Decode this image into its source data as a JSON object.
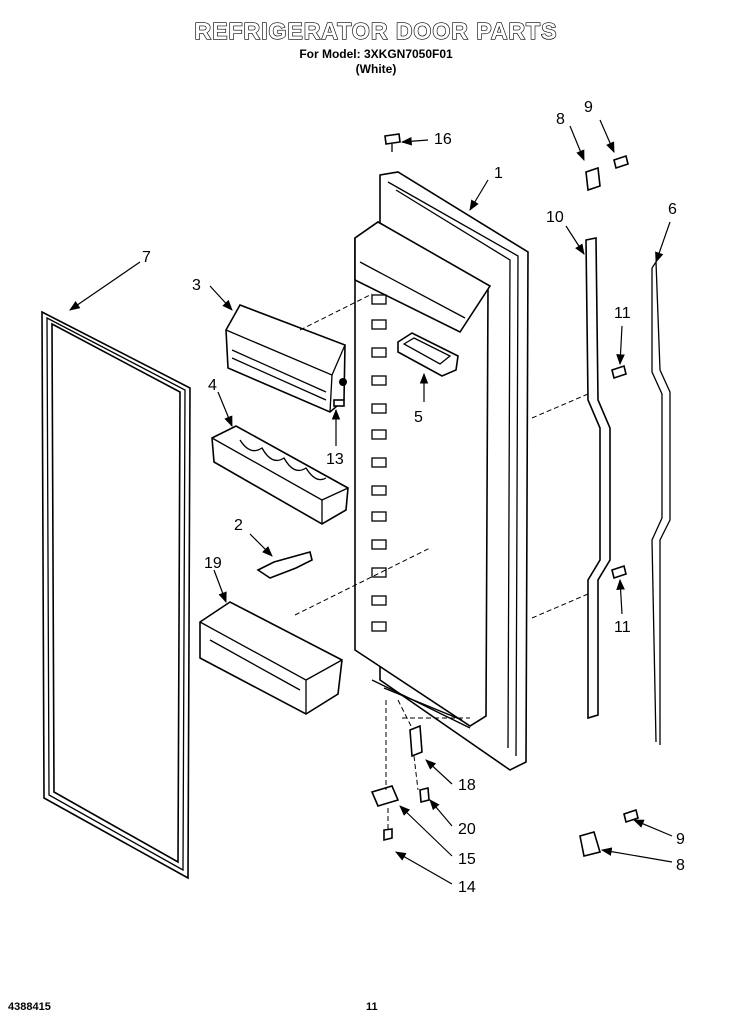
{
  "header": {
    "title": "REFRIGERATOR DOOR PARTS",
    "model_line": "For Model: 3XKGN7050F01",
    "color_line": "(White)"
  },
  "footer": {
    "part_number": "4388415",
    "page_number": "11"
  },
  "callouts": {
    "c1": "1",
    "c2": "2",
    "c3": "3",
    "c4": "4",
    "c5": "5",
    "c6": "6",
    "c7": "7",
    "c8a": "8",
    "c8b": "8",
    "c9a": "9",
    "c9b": "9",
    "c10": "10",
    "c11a": "11",
    "c11b": "11",
    "c13": "13",
    "c14": "14",
    "c15": "15",
    "c16": "16",
    "c18": "18",
    "c19": "19",
    "c20": "20"
  }
}
